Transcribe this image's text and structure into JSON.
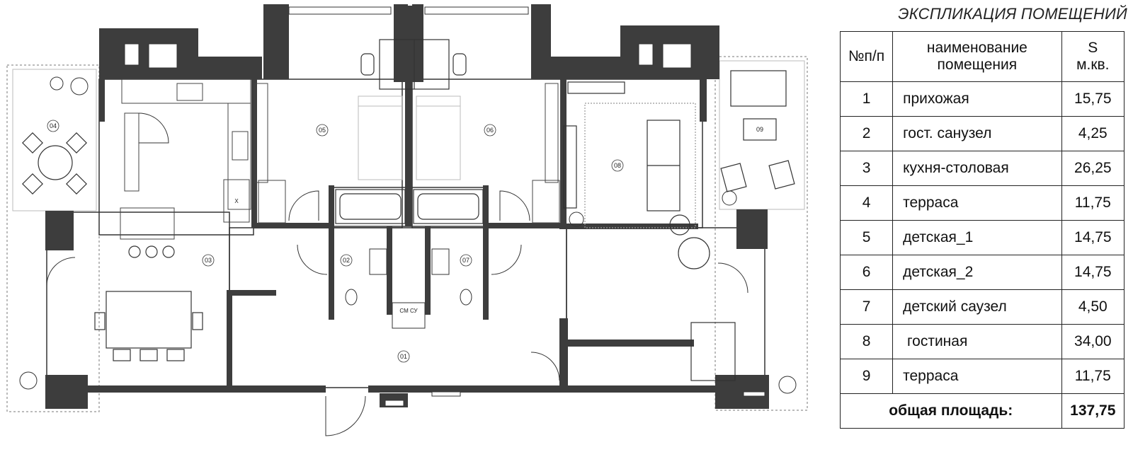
{
  "legend": {
    "title": "ЭКСПЛИКАЦИЯ ПОМЕЩЕНИЙ",
    "headers": {
      "num": "№п/п",
      "name_line1": "наименование",
      "name_line2": "помещения",
      "area_line1": "S",
      "area_line2": "м.кв."
    },
    "rows": [
      {
        "num": "1",
        "name": "прихожая",
        "area": "15,75"
      },
      {
        "num": "2",
        "name": "гост. санузел",
        "area": "4,25"
      },
      {
        "num": "3",
        "name": "кухня-столовая",
        "area": "26,25"
      },
      {
        "num": "4",
        "name": "терраса",
        "area": "11,75"
      },
      {
        "num": "5",
        "name": "детская_1",
        "area": "14,75"
      },
      {
        "num": "6",
        "name": "детская_2",
        "area": "14,75"
      },
      {
        "num": "7",
        "name": "детский саузел",
        "area": "4,50"
      },
      {
        "num": "8",
        "name": " гостиная",
        "area": "34,00"
      },
      {
        "num": "9",
        "name": "терраса",
        "area": "11,75"
      }
    ],
    "total_label": "общая площадь:",
    "total_value": "137,75"
  },
  "plan": {
    "room_labels": [
      "01",
      "02",
      "03",
      "04",
      "05",
      "06",
      "07",
      "08",
      "09"
    ],
    "closet_label": "СМ СУ",
    "kitchen_mark": "X"
  }
}
